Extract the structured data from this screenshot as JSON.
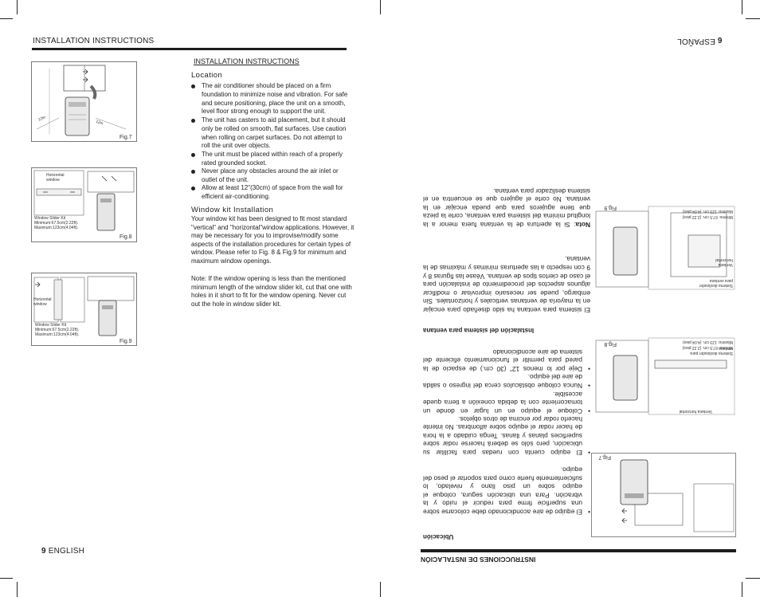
{
  "left_page": {
    "header": "INSTALLATION  INSTRUCTIONS",
    "footer_number": "9",
    "footer_label": "ENGLISH",
    "section_title": "INSTALLATION  INSTRUCTIONS",
    "location_heading": "Location",
    "location_bullets": [
      "The air conditioner should be placed on a firm foundation to minimize noise and vibration. For safe and secure positioning, place the unit on a smooth, level floor strong enough to support the unit.",
      "The unit has casters to aid placement, but it should only be rolled on smooth, flat surfaces. Use caution when rolling on carpet surfaces. Do not attempt to roll the unit over objects.",
      "The unit must be placed within reach of a properly rated grounded socket.",
      "Never place any obstacles around the air inlet or outlet of the unit.",
      "Allow at least 12\"(30cm) of space from the wall for efficient air-conditioning."
    ],
    "window_kit_heading": "Window kit Installation",
    "window_kit_text": "Your window kit has been designed to fit most standard \"vertical\" and \"horizontal\"window applications.  However, it may be necessary for you to improvise/modify some aspects of the installation procedures for certain types of window. Please refer to Fig. 8 & Fig.9 for minimum and maximum window openings.",
    "note_text": "Note:  If the window opening is less than the mentioned minimum length of the window slider  kit, cut that one with holes in it short to fit for  the window opening. Never cut out the hole in window slider kit.",
    "figures": {
      "fig7": {
        "label": "Fig.7",
        "dim_left": "12in",
        "dim_right": "12in"
      },
      "fig8": {
        "label": "Fig.8",
        "window": "Horizontal window",
        "kit": "Window Slider Kit",
        "min": "Minimum:67.5cm(2.22ft).",
        "max": "Maximum:123cm(4.04ft)."
      },
      "fig9": {
        "label": "Fig.9",
        "window": "Horizontal window",
        "kit": "Window Slider Kit",
        "min": "Minimum:67.5cm(2.22ft).",
        "max": "Maximum:123cm(4.04ft)."
      }
    }
  },
  "right_page": {
    "header_label": "ESPAÑOL",
    "header_number": "9",
    "bottom_title": "INSTRUCCIONES DE INSTALACIÓN",
    "ubicacion_heading": "Ubicación",
    "ubicacion_bullets": [
      "El equipo de aire acondicionado debe colocarse sobre una superficie firme para reducir el ruido y la vibración. Para una ubicación segura, coloque el equipo sobre un piso llano y nivelado, lo suficientemente fuerte como para soportar el peso del equipo.",
      "El equipo cuenta con ruedas para facilitar su ubicación, pero sólo se deberá hacerse rodar sobre superficies planas y llanas. Tenga cuidado a la hora de hacer rodar el equipo sobre alfombras. No intente hacerlo rodar por encima de otros objetos.",
      "Coloque el equipo en un lugar en donde un tomacorriente con la debida conexión a tierra quede accesible.",
      "Nunca coloque obstáculos cerca del ingreso o salida de aire del equipo.",
      "Deje por lo menos 12\" (30 cm.) de espacio de la pared para permitir el funcionamiento eficiente del sistema de aire acondicionado"
    ],
    "window_heading": "Instalación del sistema para ventana",
    "window_text": "El sistema para ventana ha sido diseñado para encajar en la mayoría de ventanas verticales y horizontales. Sin embargo, puede ser necesario improvisar o modificar algunos aspectos del procedimiento de instalación para el caso de ciertos tipos de ventana. Véase las figuras 8 y 9 con respecto a las aperturas mínimas y máximas de la ventana.",
    "note_label": "Nota",
    "note_text": ": Si la apertura de la ventana fuera menor a la longitud mínima del sistema para ventana, corte la pieza que tiene agujeros para que pueda encajar en la ventana. No corte el agujero que se encuentra en el sistema deslizador para ventana.",
    "figures": {
      "fig7": {
        "label": "Fig.7"
      },
      "fig8": {
        "label": "Fig.8",
        "window": "Ventana horizontal",
        "kit": "Sistema    deslizador    para ventana",
        "min": "Mínimo: 67.5 cm. (2.22 pies)",
        "max": "Máximo: 123 cm. (4.04 pies)"
      },
      "fig9": {
        "label": "Fig.9",
        "window": "Ventana horizontal",
        "kit": "Sistema deslizador para ventana",
        "min": "Mínimo: 67.5 cm. (2.22 pies)",
        "max": "Máximo: 123 cm. (4.04 pies)"
      }
    }
  }
}
